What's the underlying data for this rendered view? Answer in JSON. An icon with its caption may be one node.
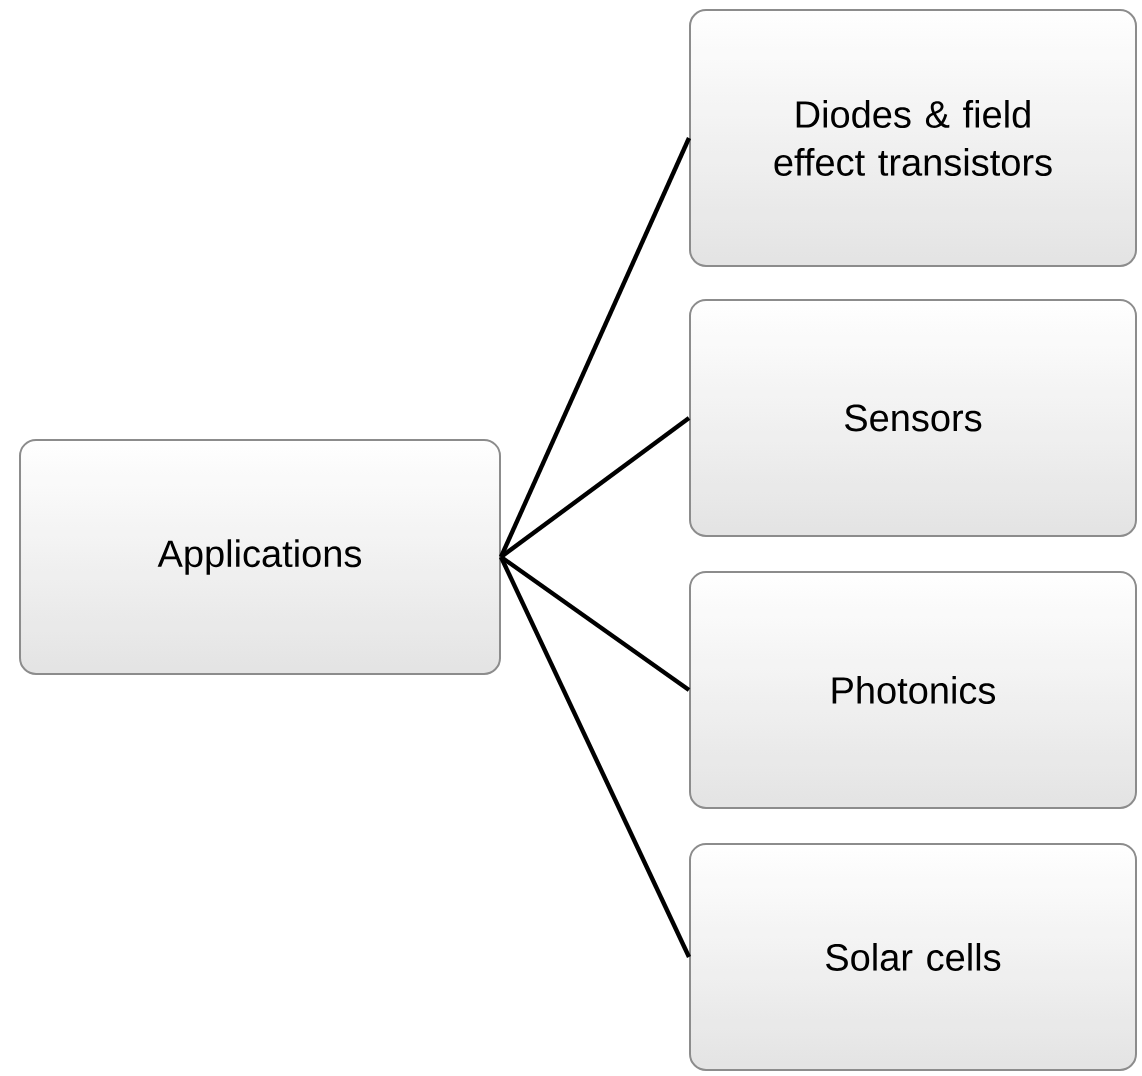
{
  "diagram": {
    "nodes": [
      {
        "text": [
          "Applications"
        ]
      },
      {
        "text": [
          "Diodes & field effect transistors"
        ]
      },
      {
        "text": [
          "Sensors"
        ]
      },
      {
        "text": [
          "Photonics"
        ]
      },
      {
        "text": [
          "Solar cells"
        ]
      }
    ],
    "edges": [
      {
        "from": 0,
        "to": 1,
        "arrow": "none"
      },
      {
        "from": 0,
        "to": 2,
        "arrow": "none"
      },
      {
        "from": 0,
        "to": 3,
        "arrow": "none"
      },
      {
        "from": 0,
        "to": 4,
        "arrow": "none"
      }
    ]
  }
}
